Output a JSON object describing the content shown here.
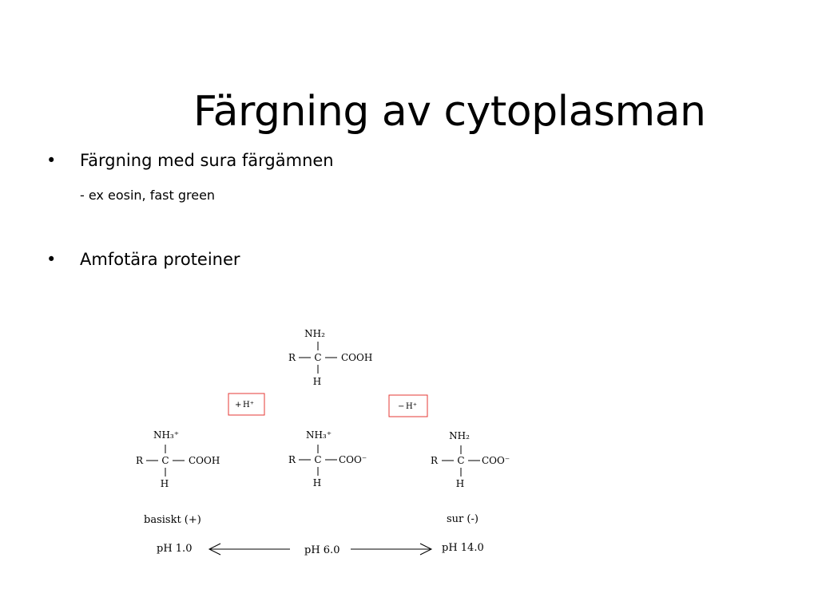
{
  "slide": {
    "title": "Färgning av cytoplasman",
    "bullets": [
      {
        "marker": "•",
        "text": "Färgning med sura färgämnen",
        "subline": "- ex eosin, fast green"
      },
      {
        "marker": "•",
        "text": "Amfotära proteiner"
      }
    ]
  },
  "diagram": {
    "top_structure": {
      "top_group": "NH₂",
      "left_group": "R",
      "center": "C",
      "right_group": "COOH",
      "bottom_group": "H"
    },
    "left_box": {
      "sign": "+",
      "label": "H⁺"
    },
    "right_box": {
      "sign": "−",
      "label": "H⁺"
    },
    "left_structure": {
      "top_group": "NH₃⁺",
      "left_group": "R",
      "center": "C",
      "right_group": "COOH",
      "bottom_group": "H",
      "caption": "basiskt (+)"
    },
    "middle_structure": {
      "top_group": "NH₃⁺",
      "left_group": "R",
      "center": "C",
      "right_group": "COO⁻",
      "bottom_group": "H"
    },
    "right_structure": {
      "top_group": "NH₂",
      "left_group": "R",
      "center": "C",
      "right_group": "COO⁻",
      "bottom_group": "H",
      "caption": "sur (-)"
    },
    "ph_scale": {
      "left": "pH 1.0",
      "middle": "pH 6.0",
      "right": "pH 14.0"
    },
    "colors": {
      "box_border": "#e53935",
      "text": "#000000"
    }
  }
}
